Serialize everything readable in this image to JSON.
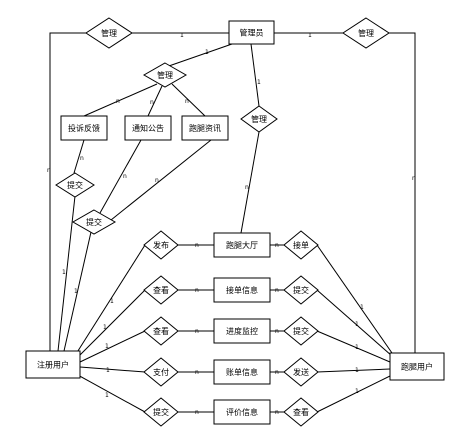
{
  "entities": {
    "admin": "管理员",
    "complaint": "投诉反馈",
    "notice": "通知公告",
    "news": "跑腿资讯",
    "hall": "跑腿大厅",
    "order_info": "接单信息",
    "progress": "进度监控",
    "bill": "账单信息",
    "review": "评价信息",
    "user": "注册用户",
    "runner": "跑腿用户"
  },
  "relationships": {
    "manage_user": "管理",
    "manage_runner": "管理",
    "manage_info": "管理",
    "manage_hall": "管理",
    "submit_left": "提交",
    "submit_center": "提交",
    "publish": "发布",
    "view_order": "查看",
    "accept": "接单",
    "submit_order": "提交",
    "view_progress": "查看",
    "submit_progress": "提交",
    "pay": "支付",
    "send": "发送",
    "submit_review": "提交",
    "view_review": "查看"
  },
  "cardinality": {
    "one": "1",
    "many": "n"
  }
}
